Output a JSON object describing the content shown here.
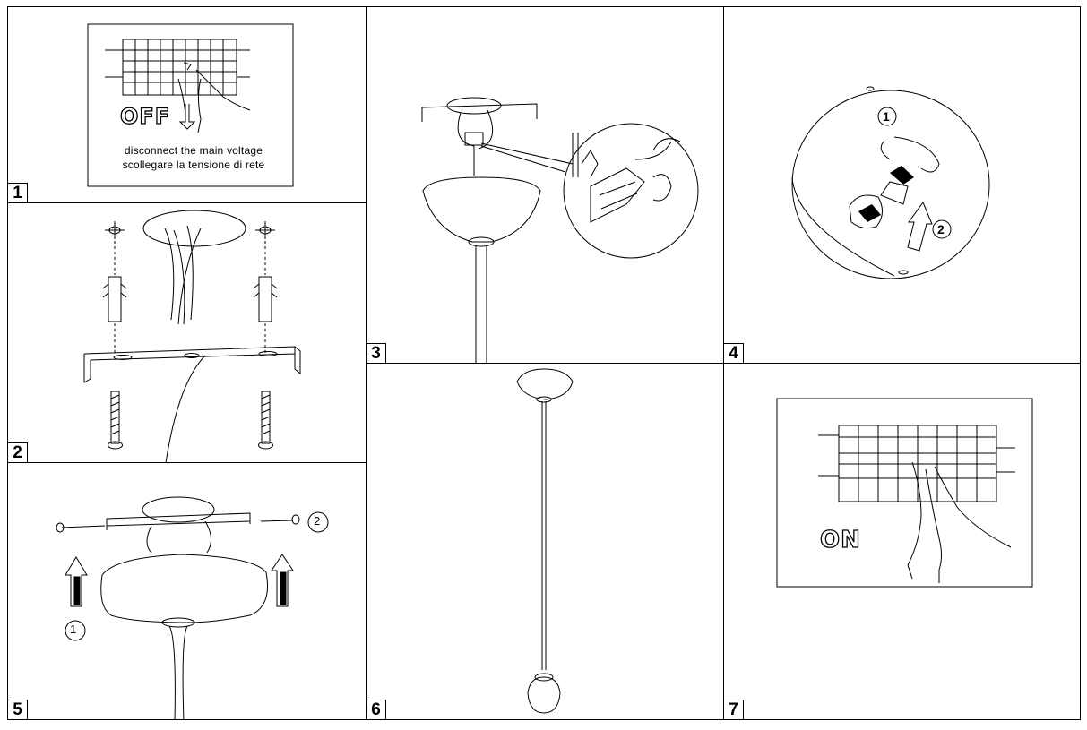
{
  "steps": [
    {
      "number": "1",
      "switch_state": "OFF",
      "caption_en": "disconnect the main voltage",
      "caption_it": "scollegare la tensione di rete"
    },
    {
      "number": "2"
    },
    {
      "number": "3"
    },
    {
      "number": "4",
      "callouts": [
        "1",
        "2"
      ]
    },
    {
      "number": "5",
      "callouts": [
        "1",
        "2"
      ]
    },
    {
      "number": "6"
    },
    {
      "number": "7",
      "switch_state": "ON"
    }
  ]
}
